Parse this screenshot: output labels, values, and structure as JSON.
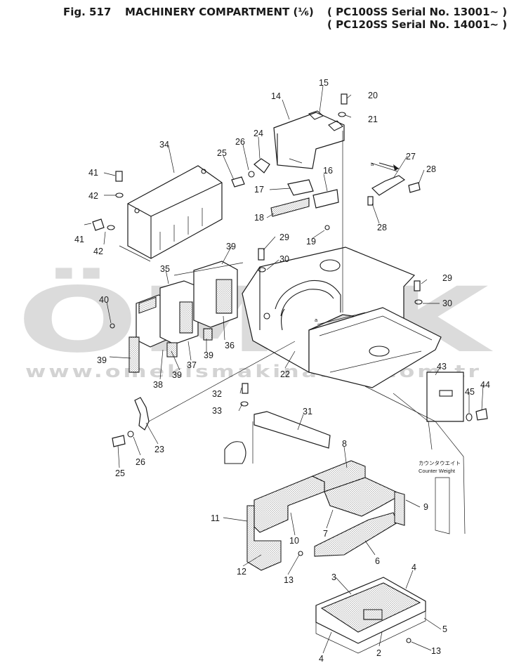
{
  "header": {
    "fig_no": "Fig. 517",
    "title": "MACHINERY COMPARTMENT (⅙)",
    "serial_1": "( PC100SS Serial No. 13001~ )",
    "serial_2": "( PC120SS Serial No. 14001~ )"
  },
  "watermark": {
    "text": "ÖMEK",
    "url": "www.omekismakinalari.com.tr",
    "color": "#cfcfcf"
  },
  "annotations": {
    "counter_weight_jp": "カウンタウエイト",
    "counter_weight_en": "Counter Weight",
    "view_a": "a"
  },
  "callouts": {
    "c14": "14",
    "c15": "15",
    "c20": "20",
    "c21": "21",
    "c24": "24",
    "c26a": "26",
    "c25a": "25",
    "c34": "34",
    "c41a": "41",
    "c42a": "42",
    "c41b": "41",
    "c42b": "42",
    "c16": "16",
    "c17": "17",
    "c18": "18",
    "c19": "19",
    "c27": "27",
    "c28a": "28",
    "c28b": "28",
    "c29a": "29",
    "c30a": "30",
    "c29b": "29",
    "c30b": "30",
    "c39a": "39",
    "c35": "35",
    "c40": "40",
    "c39b": "39",
    "c38": "38",
    "c39c": "39",
    "c37": "37",
    "c39d": "39",
    "c36": "36",
    "c22": "22",
    "c43": "43",
    "c45": "45",
    "c44": "44",
    "c32": "32",
    "c33": "33",
    "c31": "31",
    "c23": "23",
    "c25b": "25",
    "c26b": "26",
    "c8": "8",
    "c11": "11",
    "c9": "9",
    "c7": "7",
    "c10": "10",
    "c6": "6",
    "c12": "12",
    "c13a": "13",
    "c3": "3",
    "c4a": "4",
    "c2": "2",
    "c5": "5",
    "c13b": "13",
    "c4b": "4"
  }
}
